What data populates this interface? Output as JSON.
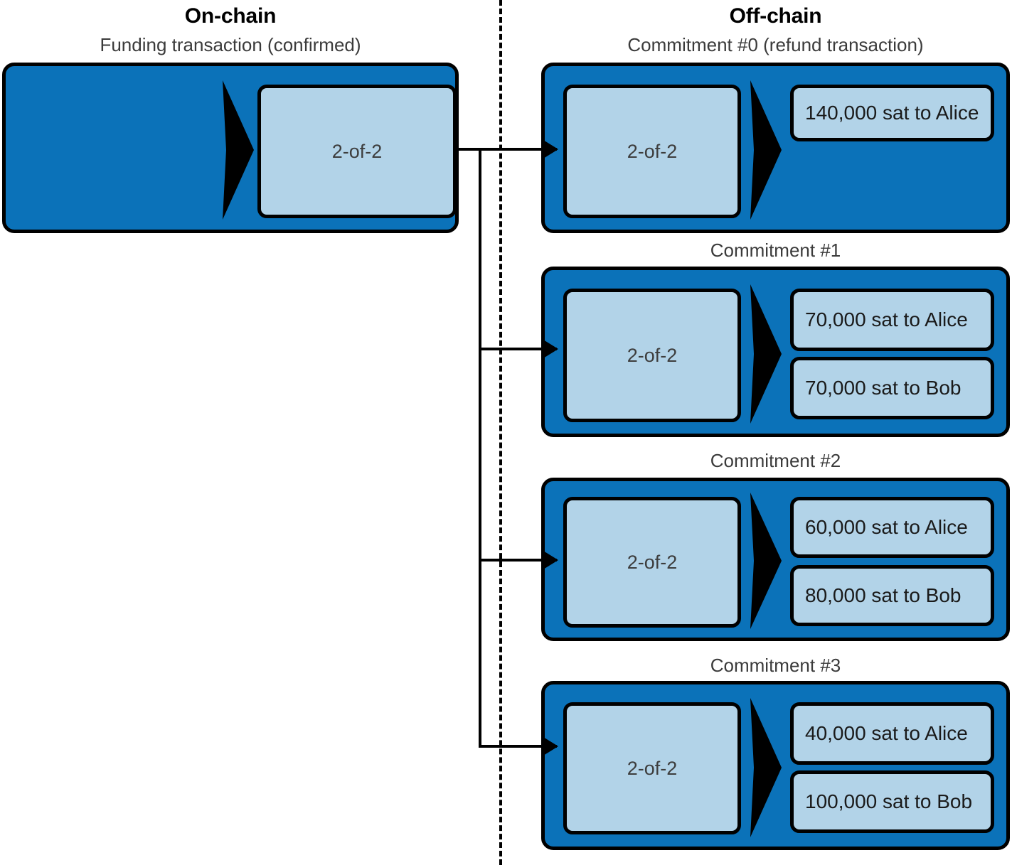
{
  "columns": {
    "onchain": {
      "title": "On-chain",
      "subtitle": "Funding transaction (confirmed)"
    },
    "offchain": {
      "title": "Off-chain"
    }
  },
  "funding_transaction": {
    "caption": "Funding transaction (confirmed)",
    "input_label": "2-of-2"
  },
  "commitments": [
    {
      "caption": "Commitment #0 (refund transaction)",
      "input_label": "2-of-2",
      "outputs": [
        {
          "label": "140,000 sat to Alice"
        }
      ]
    },
    {
      "caption": "Commitment #1",
      "input_label": "2-of-2",
      "outputs": [
        {
          "label": "70,000 sat to Alice"
        },
        {
          "label": "70,000 sat to Bob"
        }
      ]
    },
    {
      "caption": "Commitment #2",
      "input_label": "2-of-2",
      "outputs": [
        {
          "label": "60,000 sat to Alice"
        },
        {
          "label": "80,000 sat to Bob"
        }
      ]
    },
    {
      "caption": "Commitment #3",
      "input_label": "2-of-2",
      "outputs": [
        {
          "label": "40,000 sat to Alice"
        },
        {
          "label": "100,000 sat to Bob"
        }
      ]
    }
  ],
  "colors": {
    "tx_fill": "#0b72b9",
    "slot_fill": "#b2d3e8",
    "stroke": "#000000",
    "caption_text": "#3b3b3b"
  }
}
